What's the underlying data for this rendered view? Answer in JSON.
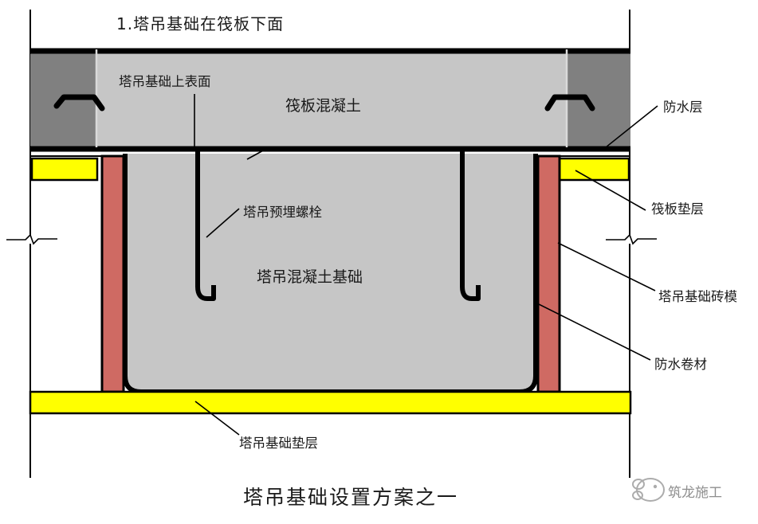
{
  "page": {
    "title": "1.塔吊基础在筏板下面",
    "caption": "塔吊基础设置方案之一"
  },
  "labels": {
    "raft_top_surface": "塔吊基础上表面",
    "raft_concrete": "筏板混凝土",
    "anchor_bolt": "塔吊预埋螺栓",
    "tower_crane_foundation": "塔吊混凝土基础",
    "waterproof_layer": "防水层",
    "raft_cushion": "筏板垫层",
    "brick_formwork": "塔吊基础砖模",
    "waterproof_membrane": "防水卷材",
    "foundation_cushion": "塔吊基础垫层"
  },
  "watermark": {
    "text": "筑龙施工",
    "icon": "zhulong-logo-icon"
  },
  "colors": {
    "soil_gray": "#808080",
    "concrete_gray": "#c6c6c6",
    "cushion_yellow": "#ffff00",
    "brick_red": "#cf6a63",
    "line_black": "#000000",
    "background_white": "#ffffff"
  },
  "elements": {
    "soil_block_left": "soil-block-left",
    "soil_block_right": "soil-block-right",
    "raft_slab": "raft-slab",
    "foundation_block": "tower-crane-foundation-block",
    "brick_column_left": "brick-formwork-left",
    "brick_column_right": "brick-formwork-right",
    "cushion_left": "raft-cushion-left",
    "cushion_right": "raft-cushion-right",
    "cushion_bottom": "foundation-cushion-band",
    "bolt_left": "anchor-bolt-left",
    "bolt_right": "anchor-bolt-right",
    "break_line_left": "break-line-left",
    "break_line_right": "break-line-right"
  }
}
